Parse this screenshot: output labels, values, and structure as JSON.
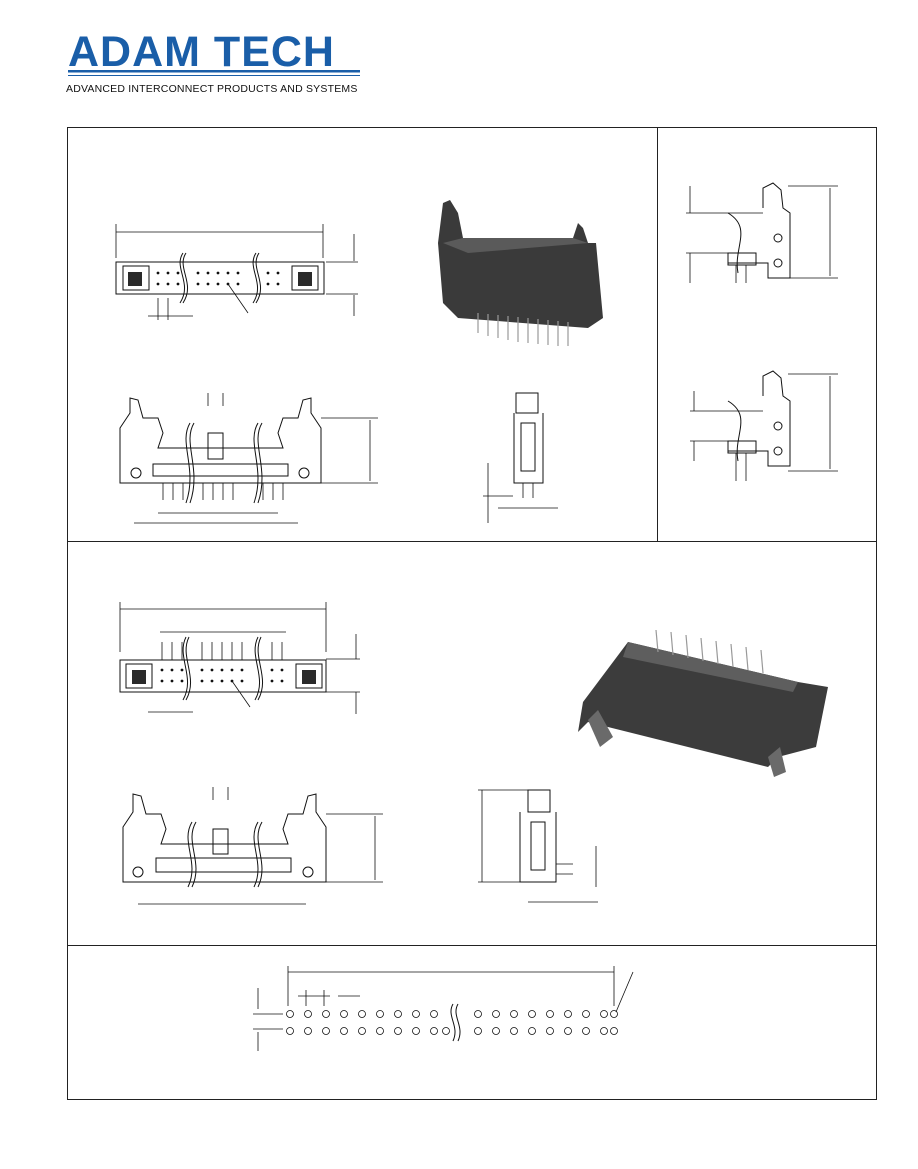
{
  "header": {
    "brand_name": "ADAM TECH",
    "tagline": "ADVANCED INTERCONNECT PRODUCTS AND SYSTEMS",
    "brand_color": "#1a5ea8"
  },
  "panels": [
    {
      "name": "straight-header-drawings"
    },
    {
      "name": "ejector-latch-side-views"
    },
    {
      "name": "right-angle-header-drawings"
    },
    {
      "name": "pcb-layout"
    }
  ],
  "icons": [
    "connector-photo-straight",
    "connector-photo-right-angle"
  ]
}
